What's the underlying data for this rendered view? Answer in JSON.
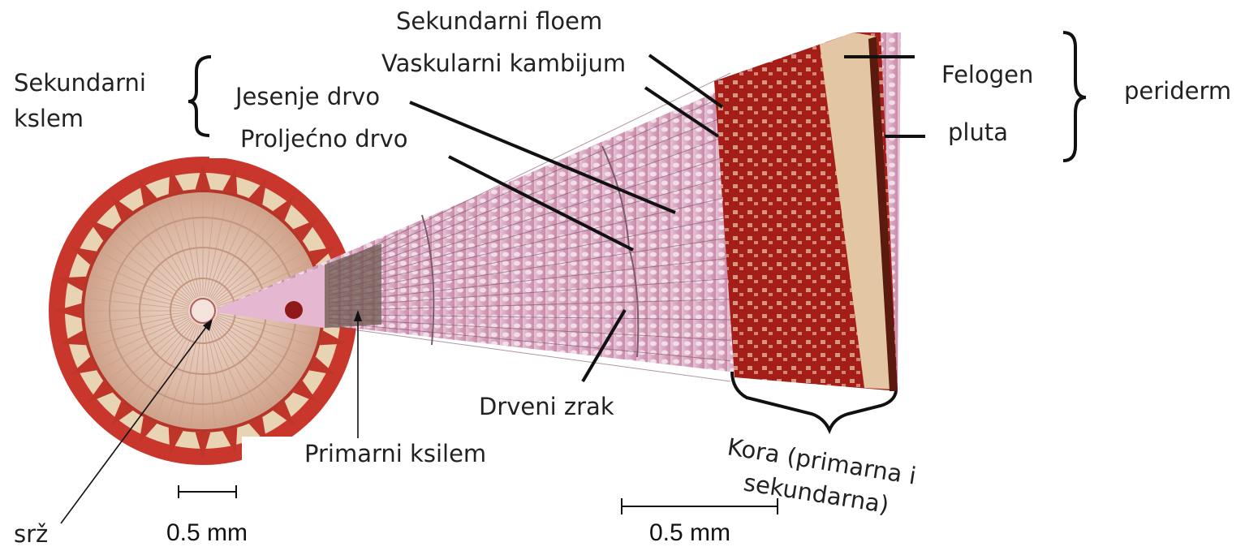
{
  "labels": {
    "sekundarni_floem": "Sekundarni floem",
    "vaskularni_kambijum": "Vaskularni kambijum",
    "sekundarni_kslem_line1": "Sekundarni",
    "sekundarni_kslem_line2": "kslem",
    "jesenje_drvo": "Jesenje drvo",
    "proljecno_drvo": "Proljećno drvo",
    "felogen": "Felogen",
    "pluta": "pluta",
    "periderm": "periderm",
    "drveni_zrak": "Drveni zrak",
    "primarni_ksilem": "Primarni ksilem",
    "kora_line1": "Kora (primarna i",
    "kora_line2": "sekundarna)",
    "srz": "srž"
  },
  "scale_bars": {
    "left": "0.5 mm",
    "right": "0.5 mm"
  },
  "colors": {
    "stem_outer": "#c9372c",
    "stem_wood": "#dcb8a4",
    "wedge_wood": "#d6a3bb",
    "bark": "#a51d17",
    "cork": "#5a1a0e",
    "line": "#111111"
  }
}
